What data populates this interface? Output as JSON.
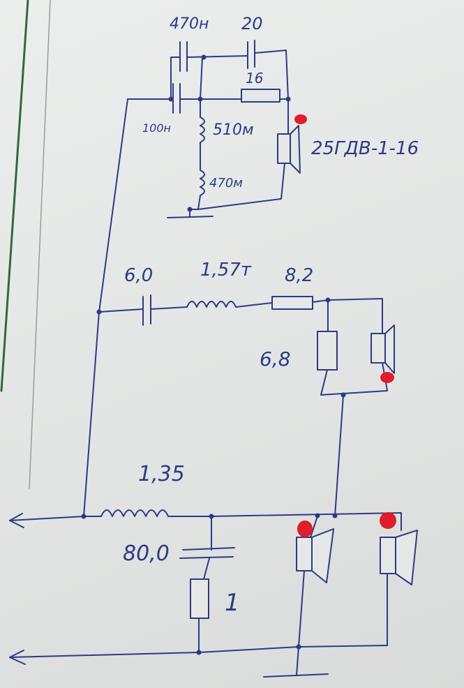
{
  "colors": {
    "ink": "#2c3a86",
    "marker": "#e01d2a",
    "margin_line": "#2f6a3a",
    "paper": "#e6e8e7"
  },
  "labels": {
    "c_470n": "470н",
    "c_20": "20",
    "r_16": "16",
    "c_100n": "100н",
    "l_510m": "510м",
    "l_470m": "470м",
    "tweeter": "25ГДВ-1-16",
    "c_6_0": "6,0",
    "l_1_57m": "1,57т",
    "r_8_2": "8,2",
    "r_6_8": "6,8",
    "l_1_35": "1,35",
    "c_80_0": "80,0",
    "r_1": "1"
  }
}
